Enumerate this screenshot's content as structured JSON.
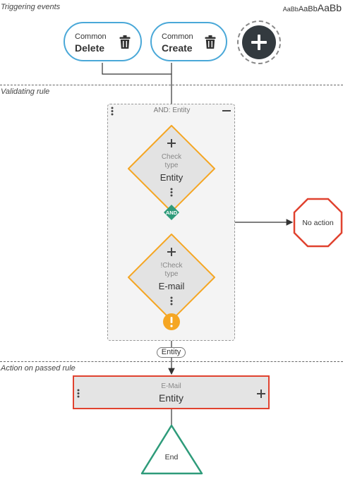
{
  "sections": {
    "triggering": "Triggering events",
    "validating": "Validating rule",
    "action": "Action on passed rule"
  },
  "font_sample": [
    "AaBb",
    "AaBb",
    "AaBb"
  ],
  "triggers": [
    {
      "top": "Common",
      "main": "Delete",
      "icon": "trash-icon"
    },
    {
      "top": "Common",
      "main": "Create",
      "icon": "trash-icon"
    }
  ],
  "add_trigger_icon": "plus-icon",
  "group": {
    "title": "AND: Entity",
    "collapse_icon": "minus-icon"
  },
  "conditions": [
    {
      "line1": "Check",
      "line2": "type",
      "main": "Entity"
    },
    {
      "line1": "!Check",
      "line2": "type",
      "main": "E-mail"
    }
  ],
  "connector": {
    "label": "AND"
  },
  "warning_icon": "exclamation-icon",
  "no_action": "No action",
  "link_label": "Entity",
  "action": {
    "line1": "E-Mail",
    "main": "Entity"
  },
  "end": "End",
  "colors": {
    "trigger_border": "#4aa8d8",
    "condition_border": "#f5a623",
    "condition_fill": "#e3e3e3",
    "and_badge": "#2e9b7a",
    "warning": "#f5a623",
    "no_action_border": "#e0422f",
    "action_border": "#e0422f",
    "end_border": "#2e9b7a"
  }
}
